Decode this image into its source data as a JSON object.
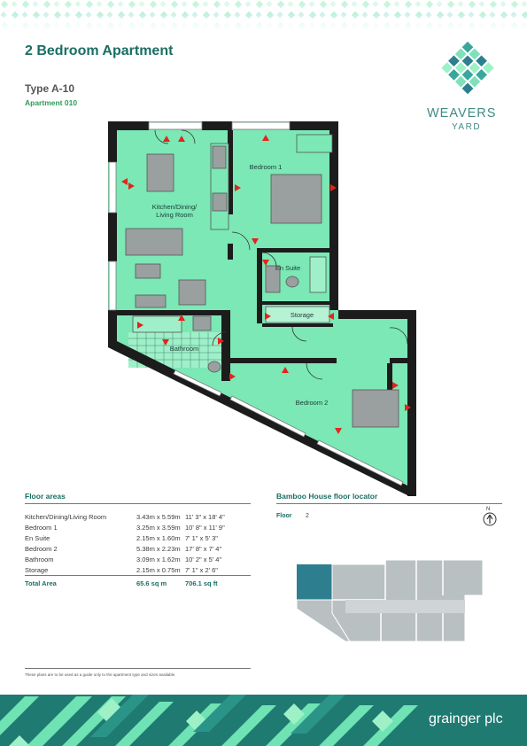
{
  "header": {
    "title": "2 Bedroom Apartment",
    "type": "Type A-10",
    "apartment": "Apartment 010"
  },
  "brand": {
    "name": "WEAVERS",
    "sub": "YARD",
    "logo_icon": "woven-diamond-logo-icon"
  },
  "plan": {
    "rooms": {
      "kitchen_line1": "Kitchen/Dining/",
      "kitchen_line2": "Living Room",
      "bedroom1": "Bedroom 1",
      "ensuite": "En Suite",
      "storage": "Storage",
      "bathroom": "Bathroom",
      "bedroom2": "Bedroom 2"
    }
  },
  "floor_areas": {
    "title": "Floor areas",
    "rows": [
      {
        "room": "Kitchen/Dining/Living Room",
        "metric": "3.43m x 5.59m",
        "imperial": "11' 3\" x 18' 4\""
      },
      {
        "room": "Bedroom 1",
        "metric": "3.25m x 3.59m",
        "imperial": "10' 8\" x 11' 9\""
      },
      {
        "room": "En Suite",
        "metric": "2.15m x 1.60m",
        "imperial": "7' 1\" x 5' 3\""
      },
      {
        "room": "Bedroom 2",
        "metric": "5.38m x 2.23m",
        "imperial": "17' 8\" x 7' 4\""
      },
      {
        "room": "Bathroom",
        "metric": "3.09m x 1.62m",
        "imperial": "10' 2\" x 5' 4\""
      },
      {
        "room": "Storage",
        "metric": "2.15m x 0.75m",
        "imperial": "7' 1\" x 2' 6\""
      }
    ],
    "total": {
      "label": "Total Area",
      "metric": "65.6 sq m",
      "imperial": "706.1 sq ft"
    }
  },
  "locator": {
    "title": "Bamboo House floor locator",
    "floor_label": "Floor",
    "floor_value": "2",
    "north": "N"
  },
  "disclaimer": "These plans are to be used as a guide only to the apartment type and sizes available.",
  "footer": {
    "company": "grainger plc"
  },
  "colors": {
    "room_fill": "#7be8b5",
    "wall": "#1c1c1c",
    "brand_teal": "#1a6e63",
    "door_arrow": "#e3241b",
    "highlight_unit": "#2d7f8f",
    "pattern_light": "#9ef1c7",
    "pattern_dark": "#1f7a72"
  }
}
